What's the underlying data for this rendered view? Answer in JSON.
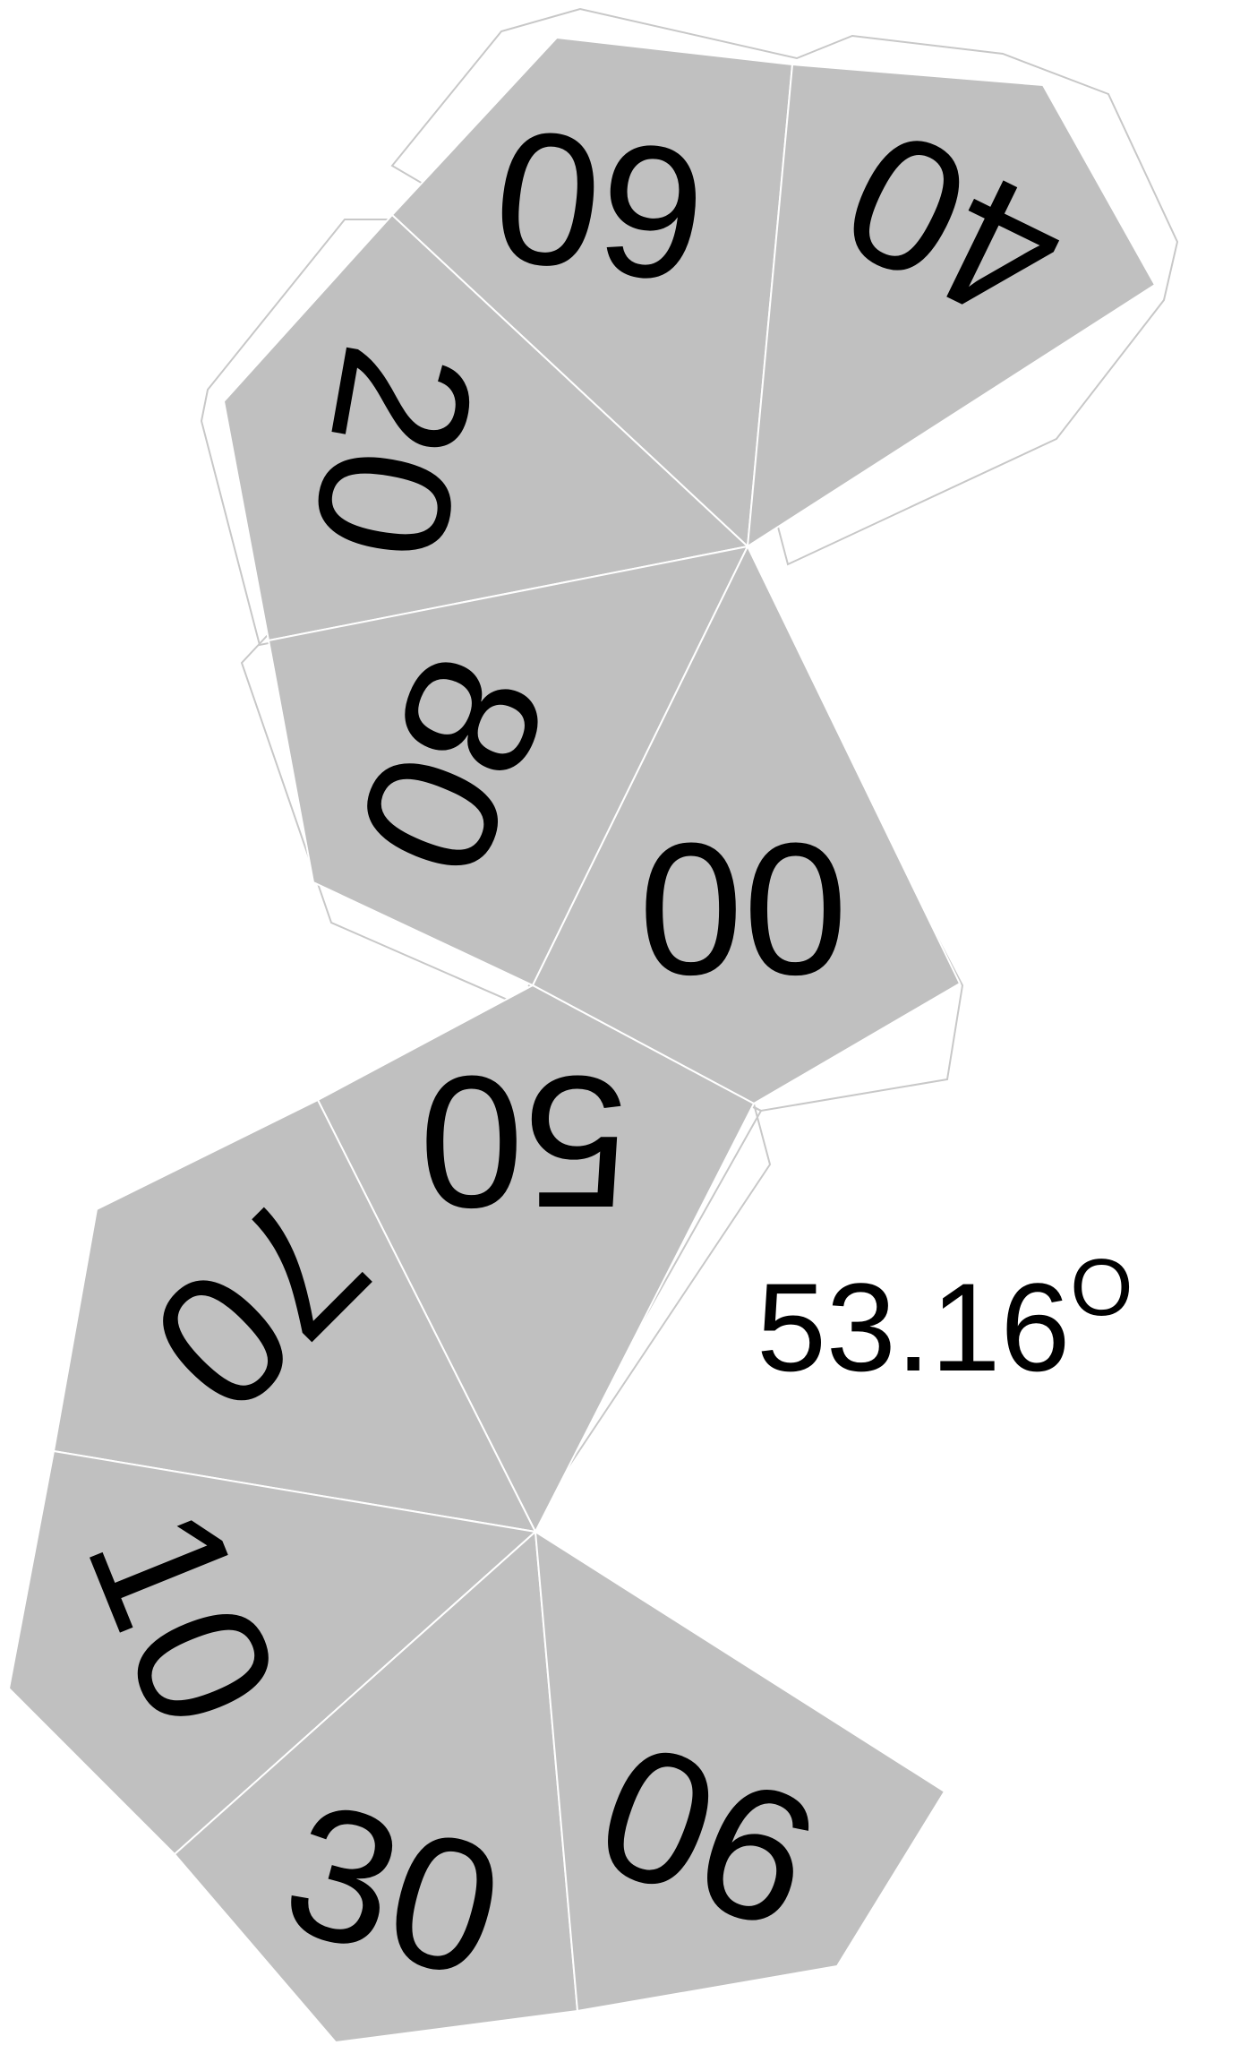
{
  "faces": [
    {
      "id": "face-60",
      "label": "60"
    },
    {
      "id": "face-40",
      "label": "40"
    },
    {
      "id": "face-20",
      "label": "20"
    },
    {
      "id": "face-80",
      "label": "80"
    },
    {
      "id": "face-00",
      "label": "00"
    },
    {
      "id": "face-50",
      "label": "50"
    },
    {
      "id": "face-70",
      "label": "70"
    },
    {
      "id": "face-10",
      "label": "10"
    },
    {
      "id": "face-30",
      "label": "30"
    },
    {
      "id": "face-90",
      "label": "90"
    }
  ],
  "angle": {
    "value": "53.16",
    "unit": "O"
  },
  "colors": {
    "face": "#c0c0c0",
    "edge": "#ffffff",
    "outline": "#c8c8c8",
    "text": "#000000"
  }
}
